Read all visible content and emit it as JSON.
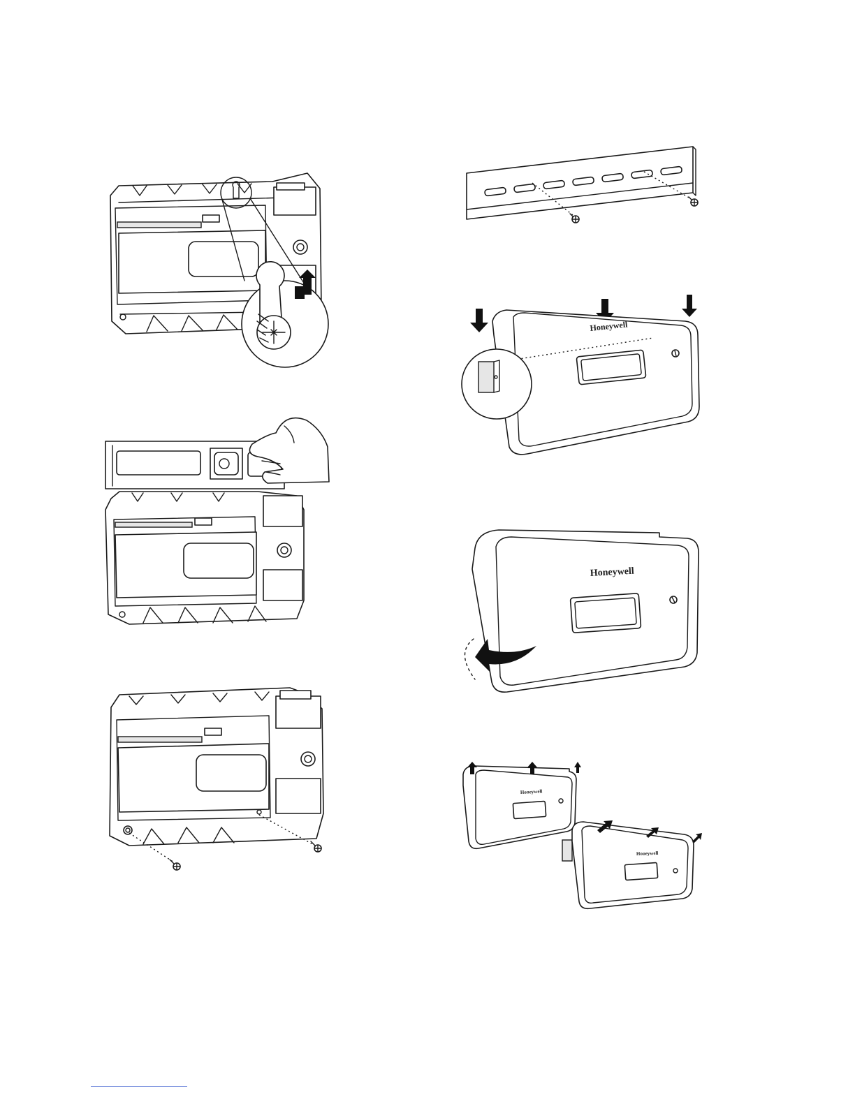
{
  "brand": {
    "logo_text": "Honeywell"
  },
  "figures": [
    {
      "id": "keyhole-mount",
      "icon": "keyhole-slot-detail"
    },
    {
      "id": "level-check",
      "icon": "spirit-level-hand"
    },
    {
      "id": "base-screws",
      "icon": "mounting-screws"
    },
    {
      "id": "din-rail-screws",
      "icon": "din-rail"
    },
    {
      "id": "snap-on-rail",
      "icon": "press-down-arrows"
    },
    {
      "id": "tilt-cover",
      "icon": "curved-arrow"
    },
    {
      "id": "remove-unit",
      "icon": "lift-off-arrows"
    }
  ],
  "colors": {
    "line": "#1a1a1a",
    "footer_rule": "#3355cc"
  }
}
